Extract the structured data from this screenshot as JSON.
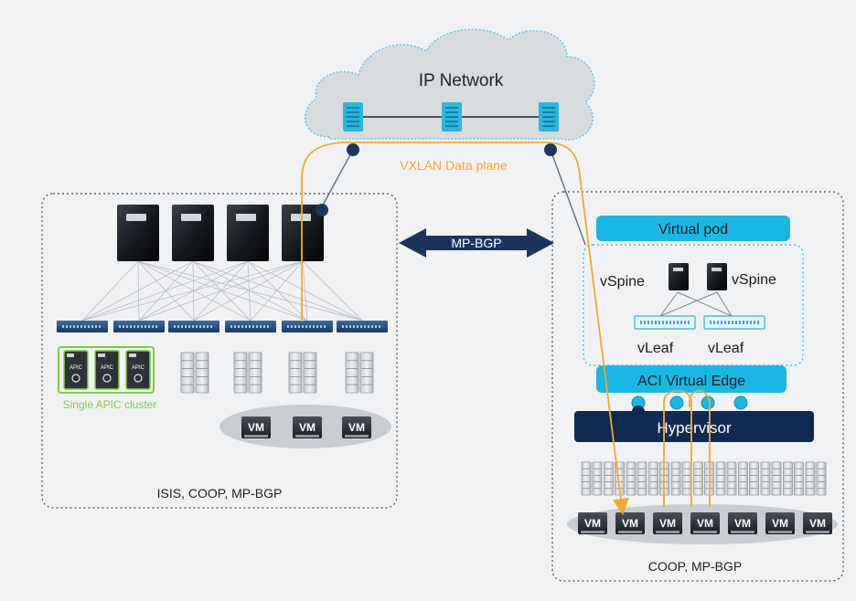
{
  "cloud": {
    "title": "IP Network",
    "dataplane_label": "VXLAN Data plane"
  },
  "center": {
    "arrow_label": "MP-BGP"
  },
  "left_site": {
    "apic_label": "Single APIC cluster",
    "apic_unit_text": "APIC",
    "protocols": "ISIS, COOP, MP-BGP",
    "vm_label": "VM",
    "vm_count": 3,
    "spine_count": 4,
    "leaf_count": 6,
    "server_count": 4
  },
  "right_site": {
    "virtual_pod": "Virtual pod",
    "vspine_left": "vSpine",
    "vspine_right": "vSpine",
    "vleaf_left": "vLeaf",
    "vleaf_right": "vLeaf",
    "ave": "ACI Virtual Edge",
    "hypervisor": "Hypervisor",
    "protocols": "COOP, MP-BGP",
    "vm_label": "VM",
    "vm_count": 7,
    "server_count": 11
  },
  "colors": {
    "background": "#f1f2f3",
    "cloud_fill": "#d9dcdf",
    "cloud_border": "#5ec7e8",
    "router_fill": "#29b6e0",
    "navy": "#0f2a52",
    "dark_blue": "#1c355e",
    "vxlan_path": "#f4a92e",
    "cyan": "#19b8e6",
    "apic_green": "#7ccf3c"
  }
}
